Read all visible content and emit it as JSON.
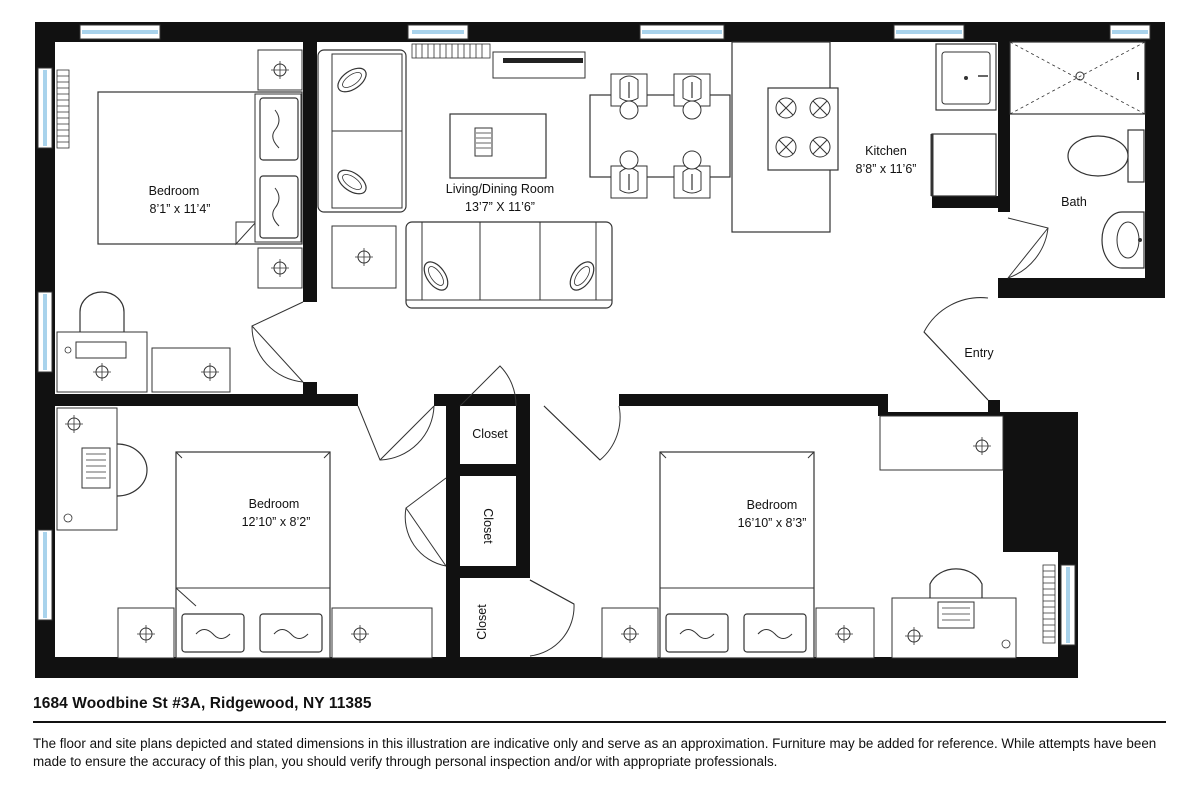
{
  "rooms": {
    "bedroom_1": {
      "name": "Bedroom",
      "dims": "8’1” x 11’4”"
    },
    "living_dining": {
      "name": "Living/Dining Room",
      "dims": "13’7” X 11’6”"
    },
    "kitchen": {
      "name": "Kitchen",
      "dims": "8’8” x 11’6”"
    },
    "bath": {
      "name": "Bath"
    },
    "entry": {
      "name": "Entry"
    },
    "closet_1": {
      "name": "Closet"
    },
    "closet_2": {
      "name": "Closet"
    },
    "closet_3": {
      "name": "Closet"
    },
    "bedroom_2": {
      "name": "Bedroom",
      "dims": "12’10” x 8’2”"
    },
    "bedroom_3": {
      "name": "Bedroom",
      "dims": "16’10” x 8’3”"
    }
  },
  "footer": {
    "address": "1684 Woodbine St #3A, Ridgewood, NY 11385",
    "disclaimer": "The floor and site plans depicted and stated dimensions in this illustration are indicative only and serve as an approximation. Furniture may be added for reference. While attempts have been made to ensure the accuracy of this plan, you should verify through personal inspection and/or with appropriate professionals."
  },
  "colors": {
    "wall": "#111111",
    "window_glass": "#a9d3ec",
    "line": "#333333"
  }
}
